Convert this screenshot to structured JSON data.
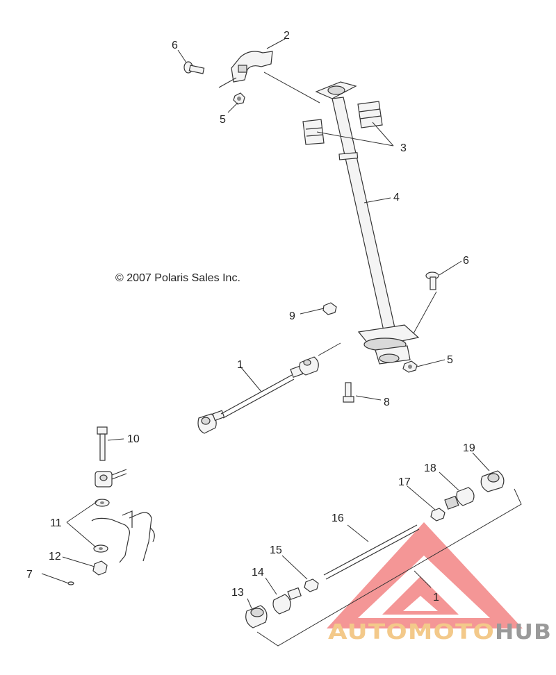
{
  "copyright": "© 2007 Polaris Sales Inc.",
  "callouts": {
    "c1a": "1",
    "c1b": "1",
    "c2": "2",
    "c3": "3",
    "c4": "4",
    "c5a": "5",
    "c5b": "5",
    "c6a": "6",
    "c6b": "6",
    "c7": "7",
    "c8": "8",
    "c9": "9",
    "c10": "10",
    "c11": "11",
    "c12": "12",
    "c13": "13",
    "c14": "14",
    "c15": "15",
    "c16": "16",
    "c17": "17",
    "c18": "18",
    "c19": "19"
  },
  "watermark": {
    "part_a": "AUTOMOTO",
    "part_b": "HUB",
    "logo_color": "#ee5a5a",
    "text_color_a": "#f3c98a",
    "text_color_b": "#9a9a9a"
  }
}
